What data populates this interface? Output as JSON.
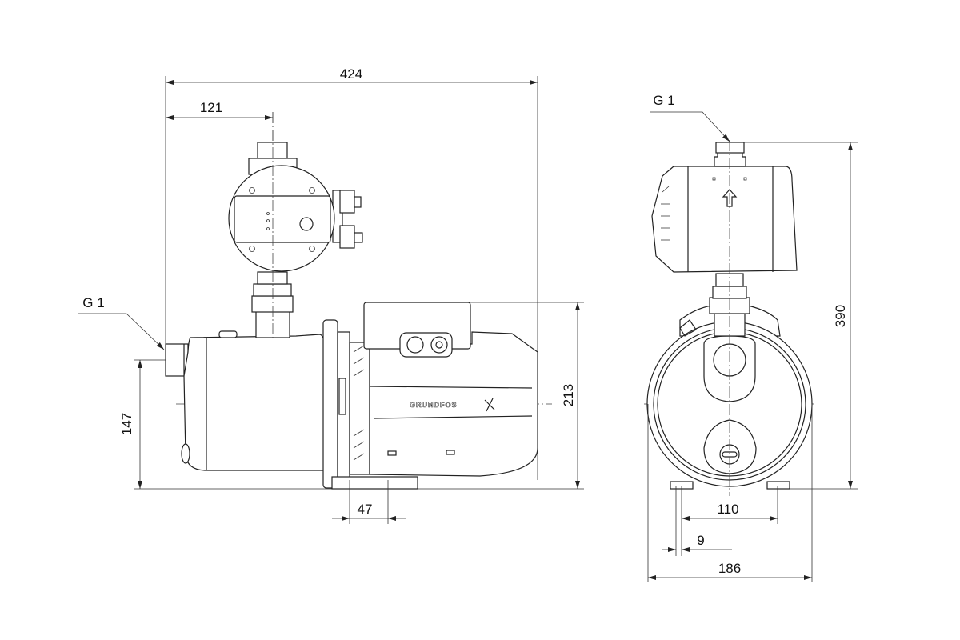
{
  "drawing": {
    "side_view": {
      "overall_length": "424",
      "switch_offset": "121",
      "inlet_label": "G 1",
      "inlet_height": "147",
      "motor_height": "213",
      "foot_width": "47",
      "brand_logo": "GRUNDFOS"
    },
    "front_view": {
      "outlet_label": "G 1",
      "overall_height": "390",
      "foot_spacing": "110",
      "foot_hole": "9",
      "overall_width": "186"
    }
  }
}
